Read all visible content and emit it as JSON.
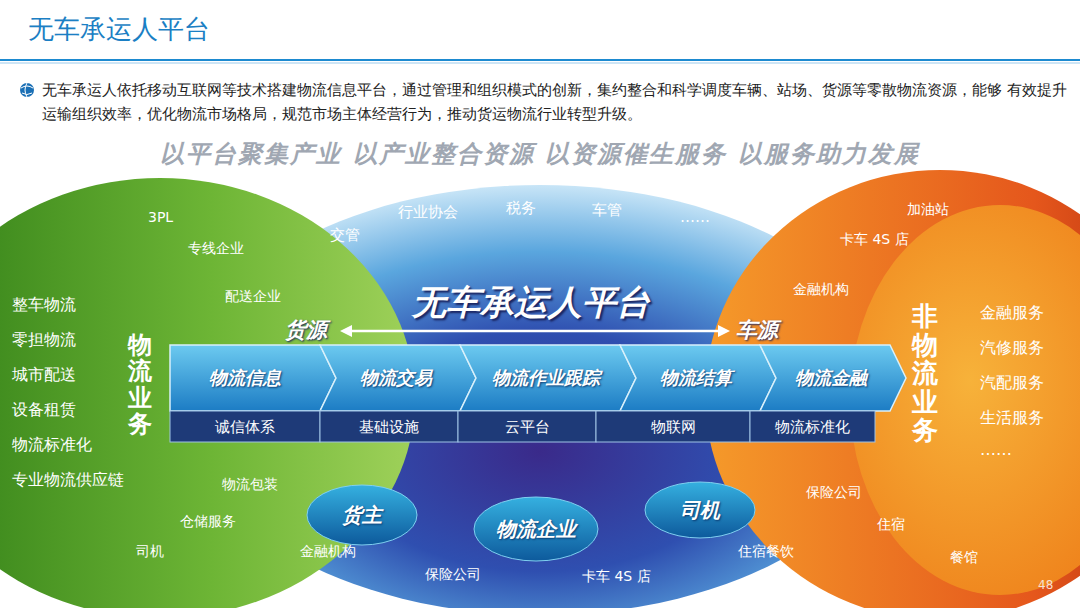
{
  "diagram": {
    "title": "无车承运人平台",
    "nodes": [
      {
        "text": [
          "物流业务",
          "整车物流",
          "零担物流",
          "城市配送",
          "设备租赁",
          "物流标准化",
          "专业物流供应链",
          "3PL",
          "专线企业",
          "配送企业",
          "物流包装",
          "仓储服务",
          "司机"
        ]
      },
      {
        "text": [
          "无车承运人平台",
          "交管",
          "行业协会",
          "税务",
          "车管",
          "……",
          "货源",
          "车源",
          "金融机构",
          "保险公司",
          "卡车 4S 店",
          "住宿餐饮"
        ]
      },
      {
        "text": [
          "非物流业务",
          "金融服务",
          "汽修服务",
          "汽配服务",
          "生活服务",
          "……",
          "加油站",
          "卡车 4S 店",
          "金融机构",
          "保险公司",
          "住宿",
          "餐馆"
        ]
      },
      {
        "text": [
          "物流信息"
        ],
        "in": 1
      },
      {
        "text": [
          "物流交易"
        ],
        "in": 1
      },
      {
        "text": [
          "物流作业跟踪"
        ],
        "in": 1
      },
      {
        "text": [
          "物流结算"
        ],
        "in": 1
      },
      {
        "text": [
          "物流金融"
        ],
        "in": 1
      },
      {
        "text": [
          "诚信体系"
        ],
        "in": 1
      },
      {
        "text": [
          "基础设施"
        ],
        "in": 1
      },
      {
        "text": [
          "云平台"
        ],
        "in": 1
      },
      {
        "text": [
          "物联网"
        ],
        "in": 1
      },
      {
        "text": [
          "物流标准化"
        ],
        "in": 1
      },
      {
        "text": [
          "货主"
        ],
        "in": 1
      },
      {
        "text": [
          "物流企业"
        ],
        "in": 1
      },
      {
        "text": [
          "司机"
        ],
        "in": 1
      }
    ],
    "labels": [
      "无车承运人依托移动互联网等技术搭建物流信息平台，通过管理和组织模式的创新，集约整合和科学调度车辆、站场、货源等零散物流资源，能够 有效提升运输组织效率，优化物流市场格局，规范市场主体经营行为，推动货运物流行业转型升级。",
      "以平台聚集产业 以产业整合资源 以资源催生服务 以服务助力发展",
      "48"
    ]
  }
}
